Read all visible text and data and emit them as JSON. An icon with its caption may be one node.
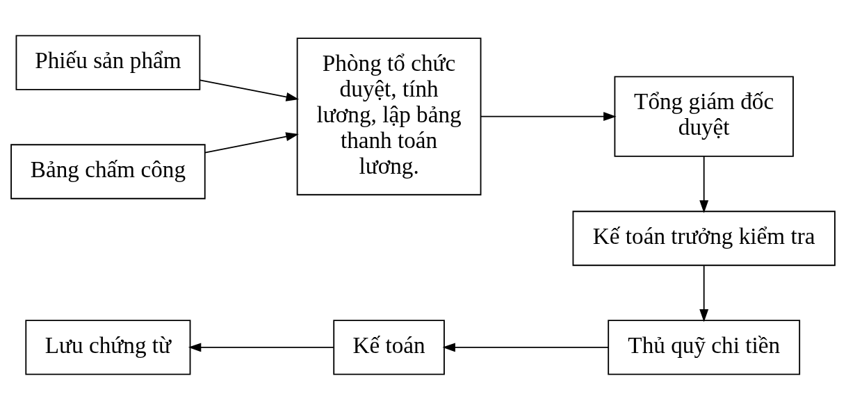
{
  "diagram": {
    "nodes": [
      {
        "text": [
          "Phiếu sản phẩm"
        ]
      },
      {
        "text": [
          "Phòng tổ chức duyệt, tính lương, lập bảng thanh toán lương."
        ]
      },
      {
        "text": [
          "Tổng giám đốc duyệt"
        ]
      },
      {
        "text": [
          "Bảng chấm công"
        ]
      },
      {
        "text": [
          "Kế toán trưởng kiểm tra"
        ]
      },
      {
        "text": [
          "Lưu chứng từ"
        ]
      },
      {
        "text": [
          "Kế toán"
        ]
      },
      {
        "text": [
          "Thủ quỹ chi tiền"
        ]
      }
    ],
    "edges": [
      {
        "from": 0,
        "to": 1,
        "arrow": "to"
      },
      {
        "from": 3,
        "to": 1,
        "arrow": "to"
      },
      {
        "from": 1,
        "to": 2,
        "arrow": "to"
      },
      {
        "from": 2,
        "to": 4,
        "arrow": "to"
      },
      {
        "from": 4,
        "to": 7,
        "arrow": "to"
      },
      {
        "from": 7,
        "to": 6,
        "arrow": "to"
      },
      {
        "from": 6,
        "to": 5,
        "arrow": "to"
      }
    ]
  }
}
